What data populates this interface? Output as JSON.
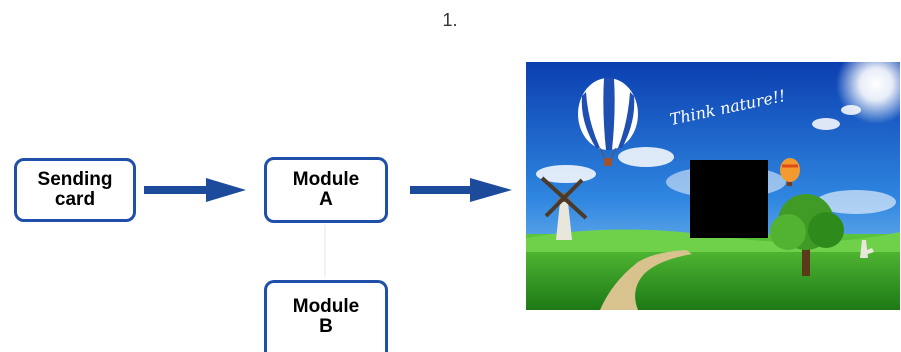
{
  "step_label": "1.",
  "nodes": {
    "sending_card": "Sending\ncard",
    "module_a": "Module\nA",
    "module_b": "Module\nB"
  },
  "photo": {
    "caption": "Think nature!!"
  },
  "colors": {
    "box_border": "#1f4fa8",
    "arrow": "#1c4b9c",
    "dark_block": "#000000"
  },
  "icons": {
    "balloon": "hot-air-balloon-icon",
    "windmill": "windmill-icon",
    "tree": "tree-icon",
    "sun": "sun-icon"
  }
}
